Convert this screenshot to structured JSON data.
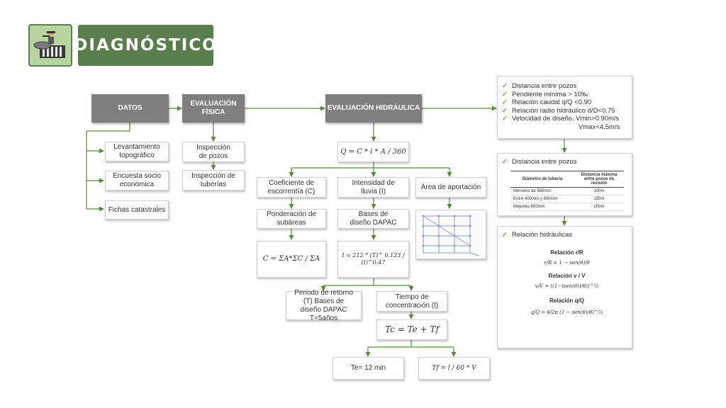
{
  "header": {
    "title": "DIAGNÓSTICO"
  },
  "icon": {
    "name": "sewer-worker-icon",
    "bg": "#b8d4a0",
    "badge_color": "#5a7e4d"
  },
  "colors": {
    "arrow": "#5a8a3a",
    "gray_box": "#7f7f7f"
  },
  "nodes": {
    "datos": "DATOS",
    "eval_fisica": "EVALUACIÓN FÍSICA",
    "eval_hidraulica": "EVALUACIÓN HIDRÁULICA",
    "levantamiento": "Levantamiento topográfico",
    "encuesta": "Encuesta socio económica",
    "fichas": "Fichas catastrales",
    "insp_pozos": "Inspección de pozos",
    "insp_tuberias": "Inspección de tuberías",
    "formula_q": "Q = C * i * A / 360",
    "coef": "Coeficiente de escorrentía (C)",
    "intensidad": "Intensidad de lluvia (I)",
    "area": "Área de aportación",
    "ponderacion": "Ponderación de subáreas",
    "bases": "Bases de diseño DAPAC",
    "formula_c": "C = ΣA*ΣC / ΣA",
    "formula_i": "I = 212 * (T)^ 0.123 / (t)^0.47",
    "periodo": "Periodo de retorno (T) Bases de diseño DAPAC T=5años",
    "tiempo": "Tiempo de concentración (t)",
    "formula_tc": "Tc = Te + Tf",
    "te": "Te= 12 min",
    "formula_tf": "Tf = l / 60 * V"
  },
  "criteria": [
    "Distancia entre pozos",
    "Pendiente mínima > 10‰",
    "Relación caudal q/Q <0.90",
    "Relación radio hidráulico d/D<0.75",
    "Velocidad de diseño. Vmin>0.90m/s"
  ],
  "criteria_extra": "Vmax<4.5m/s",
  "distancia": {
    "title": "Distancia entre pozos",
    "headers": [
      "Diámetro de tubería",
      "Distancia máxima entre pozos de revisión"
    ],
    "rows": [
      [
        "Menores de 350mm",
        "100m"
      ],
      [
        "Entre 400mm y 800mm",
        "150m"
      ],
      [
        "Mayores 800mm",
        "200m"
      ]
    ]
  },
  "relacion": {
    "title": "Relación hidráulicas",
    "r_title": "Relación r/R",
    "v_title": "Relación v / V",
    "q_title": "Relación q/Q"
  }
}
